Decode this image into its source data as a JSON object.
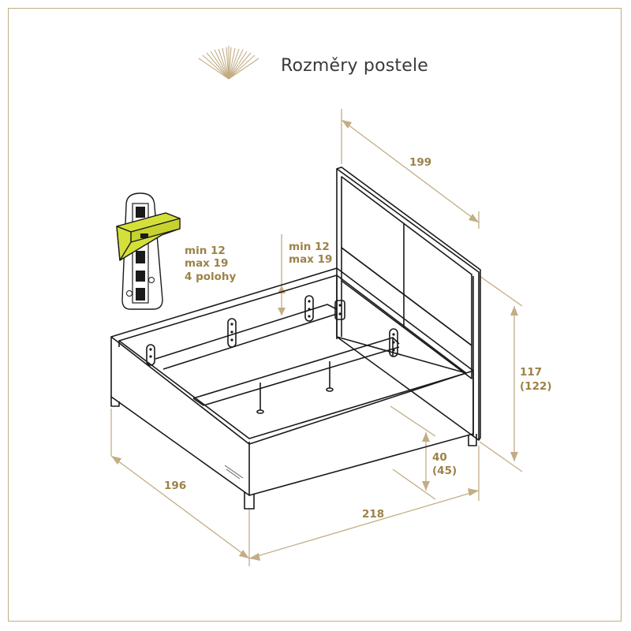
{
  "title": "Rozměry postele",
  "colors": {
    "frame": "#c2ad85",
    "dimension": "#c2ad85",
    "dimension_text": "#9c8248",
    "line": "#1a1a1a",
    "bracket_highlight": "#d4e03a"
  },
  "logo": {
    "icon": "crown-sunburst-icon"
  },
  "dimensions": {
    "headboard_width": "199",
    "length": "196",
    "width": "218",
    "headboard_height": "117",
    "headboard_height_alt": "(122)",
    "frame_height": "40",
    "frame_height_alt": "(45)"
  },
  "adjust_bracket": {
    "line1": "min 12",
    "line2": "max 19",
    "line3": "4 polohy"
  },
  "adjust_height": {
    "line1": "min 12",
    "line2": "max 19"
  }
}
